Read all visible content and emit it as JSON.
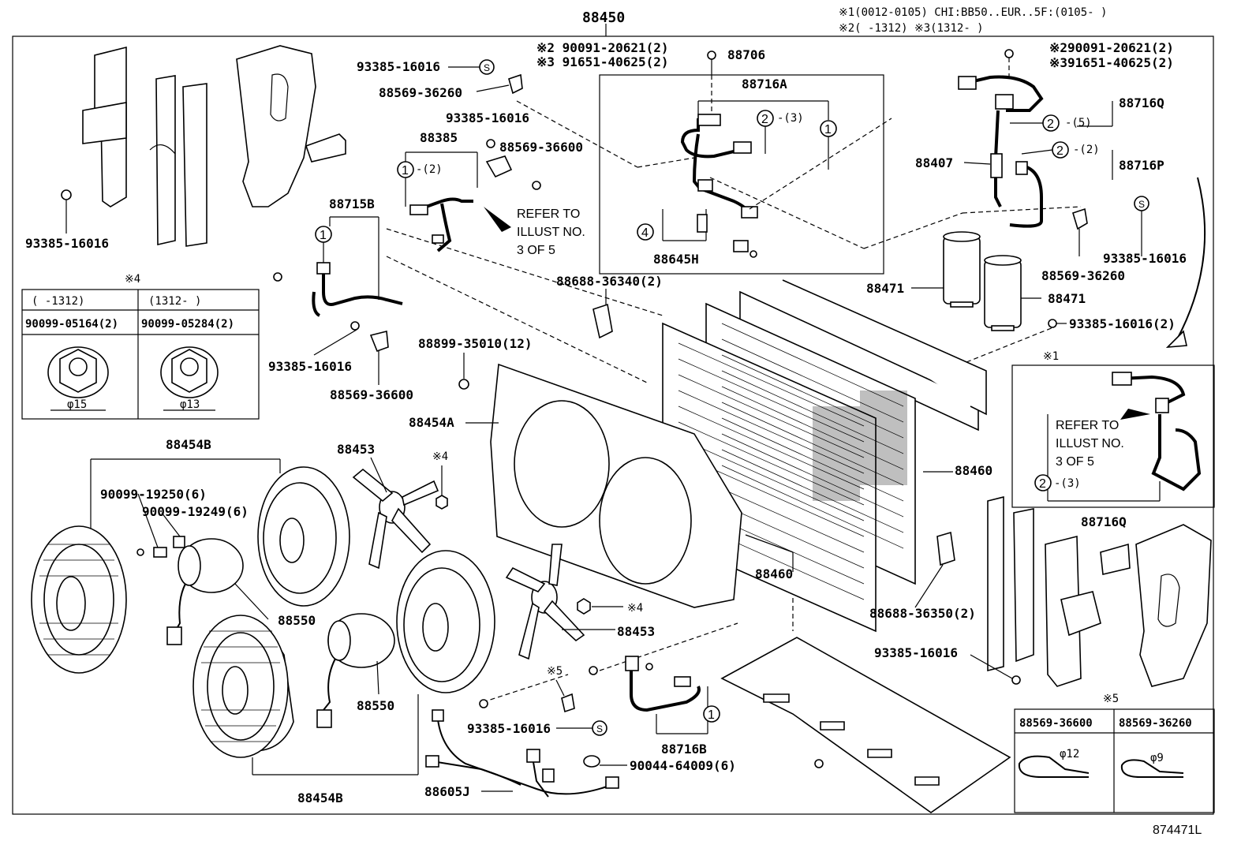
{
  "notes": {
    "line1": "※1(0012-0105) CHI:BB50..EUR..5F:(0105-    )",
    "line2": "※2(    -1312)  ※3(1312-    )"
  },
  "main_number": "88450",
  "diagram_code": "874471L",
  "labels": {
    "p88706": "88706",
    "p88716A": "88716A",
    "p88645H": "88645H",
    "p88385": "88385",
    "p88715B": "88715B",
    "p88716Q_top": "88716Q",
    "p88716P": "88716P",
    "p88407": "88407",
    "p88471_a": "88471",
    "p88471_b": "88471",
    "p88454A": "88454A",
    "p88454B_top": "88454B",
    "p88454B_bottom": "88454B",
    "p88453_top": "88453",
    "p88453_mid": "88453",
    "p88550_a": "88550",
    "p88550_b": "88550",
    "p88460_a": "88460",
    "p88460_b": "88460",
    "p88716Q_right": "88716Q",
    "p88716B": "88716B",
    "p88605J": "88605J",
    "b_2_20621_left": "※2 90091-20621(2)",
    "b_3_40625_left": "※3 91651-40625(2)",
    "b_2_20621_right": "※290091-20621(2)",
    "b_3_40625_right": "※391651-40625(2)",
    "b_93385_a": "93385-16016",
    "b_88569_36260_a": "88569-36260",
    "b_93385_b": "93385-16016",
    "b_88569_36600_a": "88569-36600",
    "b_93385_left": "93385-16016",
    "b_93385_c": "93385-16016",
    "b_88569_36600_b": "88569-36600",
    "b_88688_36340": "88688-36340(2)",
    "b_88899_35010": "88899-35010(12)",
    "b_93385_right_top": "93385-16016",
    "b_88569_36260_right": "88569-36260",
    "b_93385_16016_2": "93385-16016(2)",
    "b_90099_19250": "90099-19250(6)",
    "b_90099_19249": "90099-19249(6)",
    "b_88688_36350": "88688-36350(2)",
    "b_93385_right_low": "93385-16016",
    "b_93385_bottom": "93385-16016",
    "b_90044_64009": "90044-64009(6)",
    "note_x4_a": "※4",
    "note_x4_b": "※4",
    "note_x5": "※5",
    "note_x1": "※1",
    "refer_left_1": "REFER TO",
    "refer_left_2": "ILLUST NO.",
    "refer_left_3": "3 OF 5",
    "refer_right_1": "REFER TO",
    "refer_right_2": "ILLUST NO.",
    "refer_right_3": "3 OF 5",
    "c1_a": "1",
    "c1_a_qty": "-(2)",
    "c1_b": "1",
    "c1_c": "1",
    "c1_d": "1",
    "c2_a": "2",
    "c2_a_qty": "-(3)",
    "c2_b": "2",
    "c2_b_qty": "-(5)",
    "c2_c": "2",
    "c2_c_qty": "-(2)",
    "c2_d": "2",
    "c2_d_qty": "-(3)",
    "c4": "4",
    "cS_a": "S",
    "cS_b": "S",
    "cS_c": "S"
  },
  "table_x4": {
    "title": "※4",
    "col1_range": "(    -1312)",
    "col2_range": "(1312-    )",
    "col1_part": "90099-05164(2)",
    "col2_part": "90099-05284(2)",
    "col1_dim": "φ15",
    "col2_dim": "φ13"
  },
  "table_x5": {
    "title": "※5",
    "col1_part": "88569-36600",
    "col2_part": "88569-36260",
    "col1_dim": "φ12",
    "col2_dim": "φ9"
  }
}
